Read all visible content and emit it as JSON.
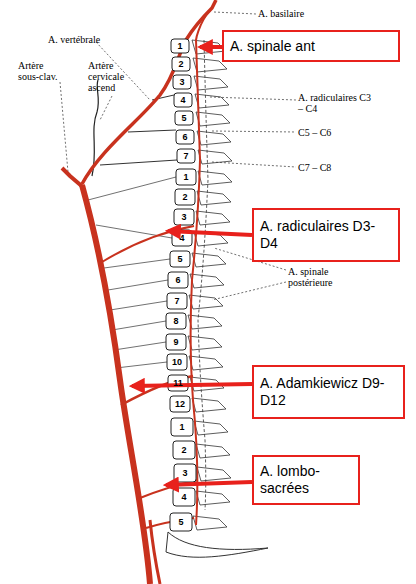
{
  "diagram": {
    "nodes": [
      {
        "text": [
          "A. spinale ant"
        ]
      },
      {
        "text": [
          "A. radiculaires D3-D4"
        ]
      },
      {
        "text": [
          "A. Adamkiewicz D9-D12"
        ]
      },
      {
        "text": [
          "A. lombo- sacrées"
        ]
      }
    ],
    "labels": [
      "A. basilaire",
      "A. vertébrale",
      "Artère sous-clav.",
      "Artère cervicale ascend",
      "A. radiculaires C3 – C4",
      "C5 – C6",
      "C7 – C8",
      "A. spinale postérieure",
      "1",
      "2",
      "3",
      "4",
      "5",
      "6",
      "7",
      "1",
      "2",
      "3",
      "4",
      "5",
      "6",
      "7",
      "8",
      "9",
      "10",
      "11",
      "12",
      "1",
      "2",
      "3",
      "4",
      "5"
    ]
  }
}
